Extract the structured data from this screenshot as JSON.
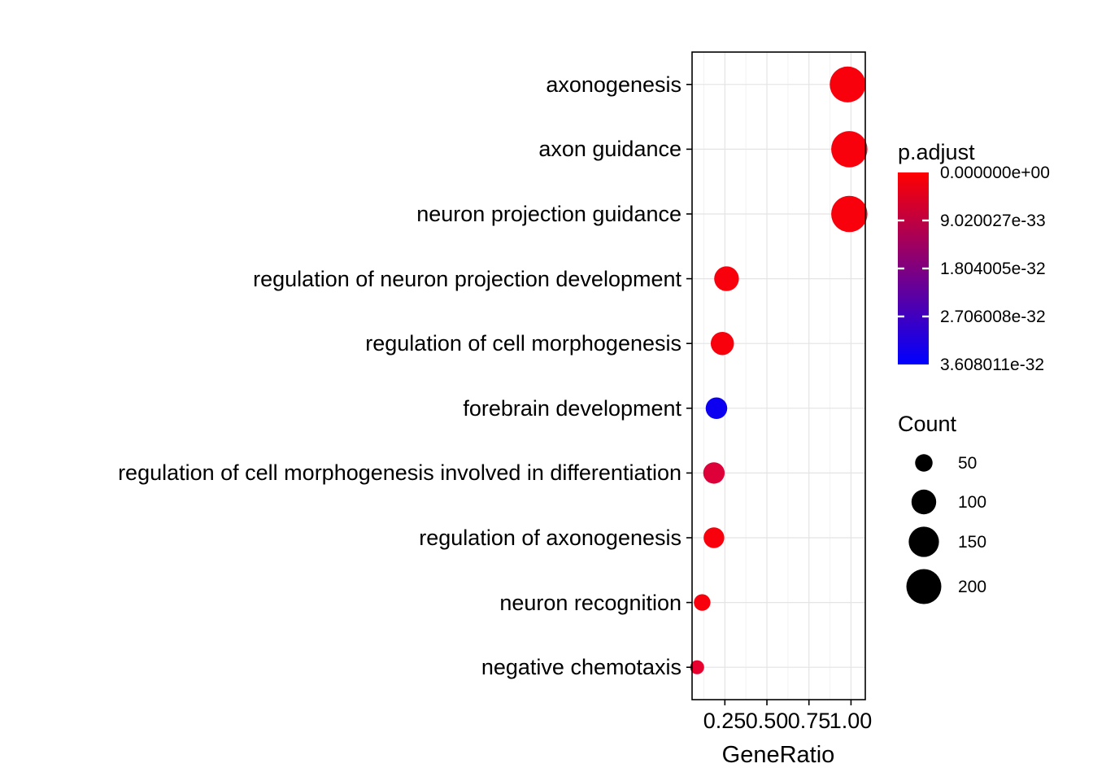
{
  "chart_data": {
    "type": "scatter",
    "title": "",
    "xlabel": "GeneRatio",
    "x_ticks": [
      "0.25",
      "0.50",
      "0.75",
      "1.00"
    ],
    "x_tick_values": [
      0.25,
      0.5,
      0.75,
      1.0
    ],
    "xlim": [
      0.055,
      1.085
    ],
    "grid": true,
    "points": [
      {
        "label": "axonogenesis",
        "gene_ratio": 0.98,
        "count": 210,
        "color": "#F8000C"
      },
      {
        "label": "axon guidance",
        "gene_ratio": 0.99,
        "count": 215,
        "color": "#F8000C"
      },
      {
        "label": "neuron projection guidance",
        "gene_ratio": 0.99,
        "count": 215,
        "color": "#F8000C"
      },
      {
        "label": "regulation of neuron projection development",
        "gene_ratio": 0.26,
        "count": 100,
        "color": "#F8000C"
      },
      {
        "label": "regulation of cell morphogenesis",
        "gene_ratio": 0.235,
        "count": 88,
        "color": "#F8000C"
      },
      {
        "label": "forebrain development",
        "gene_ratio": 0.2,
        "count": 76,
        "color": "#0D00F0"
      },
      {
        "label": "regulation of cell morphogenesis involved in differentiation",
        "gene_ratio": 0.185,
        "count": 75,
        "color": "#DE0038"
      },
      {
        "label": "regulation of axonogenesis",
        "gene_ratio": 0.185,
        "count": 70,
        "color": "#F8000C"
      },
      {
        "label": "neuron recognition",
        "gene_ratio": 0.115,
        "count": 45,
        "color": "#F8000C"
      },
      {
        "label": "negative chemotaxis",
        "gene_ratio": 0.085,
        "count": 32,
        "color": "#E8002E"
      }
    ],
    "legend_color": {
      "title": "p.adjust",
      "ticks": [
        "0.000000e+00",
        "9.020027e-33",
        "1.804005e-32",
        "2.706008e-32",
        "3.608011e-32"
      ],
      "gradient_top": "#FF0000",
      "gradient_bottom": "#0000FF"
    },
    "legend_size": {
      "title": "Count",
      "values": [
        "50",
        "100",
        "150",
        "200"
      ]
    }
  }
}
